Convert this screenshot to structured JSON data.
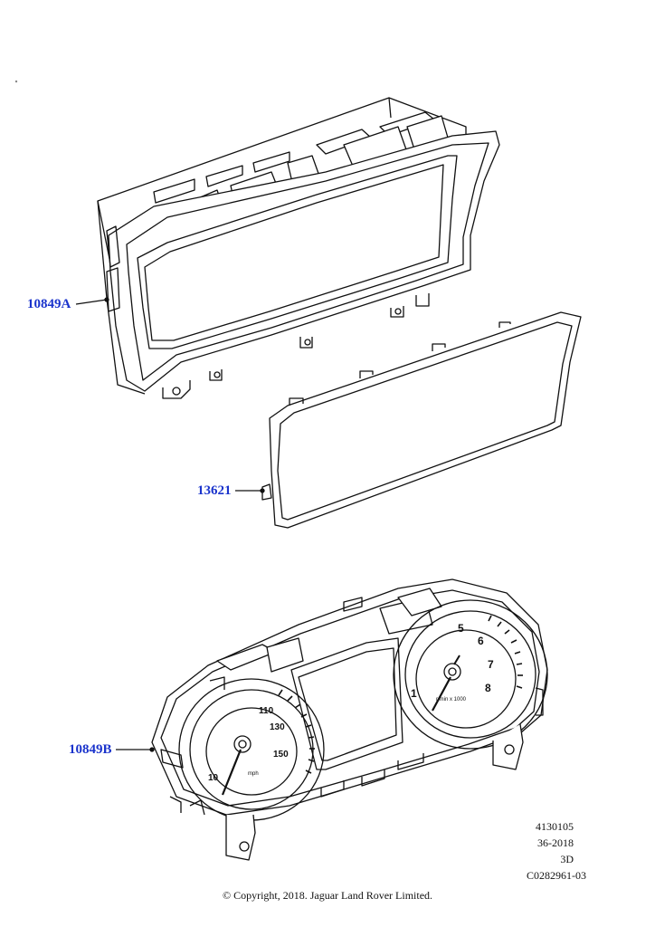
{
  "callouts": {
    "cluster_housing": "10849A",
    "lens": "13621",
    "instrument_cluster": "10849B"
  },
  "gauges": {
    "speedo_ticks": [
      "110",
      "130",
      "150",
      "10"
    ],
    "speedo_unit": "mph",
    "tacho_ticks": [
      "5",
      "6",
      "7",
      "8",
      "1"
    ],
    "tacho_unit": "r/min x 1000"
  },
  "reference": {
    "line1": "4130105",
    "line2": "36-2018",
    "line3": "3D",
    "line4": "C0282961-03"
  },
  "copyright": "© Copyright, 2018. Jaguar Land Rover Limited.",
  "colors": {
    "callout": "#1a33cc",
    "line": "#111111"
  }
}
